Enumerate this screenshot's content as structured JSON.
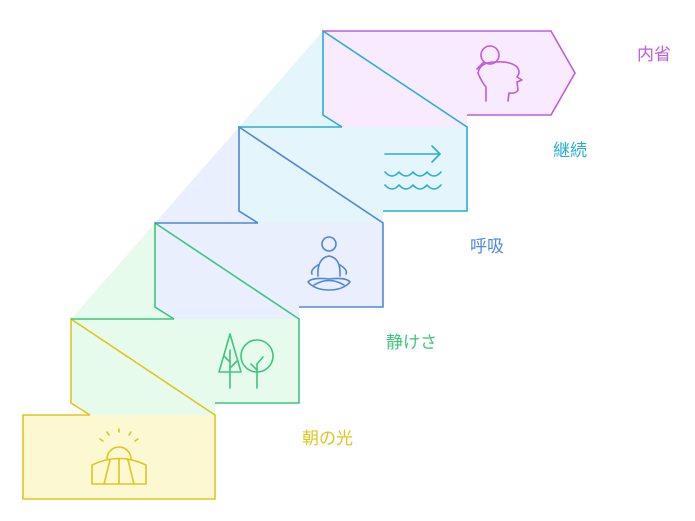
{
  "steps": [
    {
      "label": "朝の光",
      "color": "#e0c51f",
      "fill": "#fcf8d2",
      "icon": "sunrise-field-icon"
    },
    {
      "label": "静けさ",
      "color": "#3fc47e",
      "fill": "#e7fbed",
      "icon": "trees-icon"
    },
    {
      "label": "呼吸",
      "color": "#4f86db",
      "fill": "#e9effd",
      "icon": "meditating-person-icon"
    },
    {
      "label": "継続",
      "color": "#29aed1",
      "fill": "#e4f6fb",
      "icon": "arrow-waves-icon"
    },
    {
      "label": "内省",
      "color": "#bd5ddb",
      "fill": "#f8eaff",
      "icon": "head-magnifier-icon"
    }
  ]
}
